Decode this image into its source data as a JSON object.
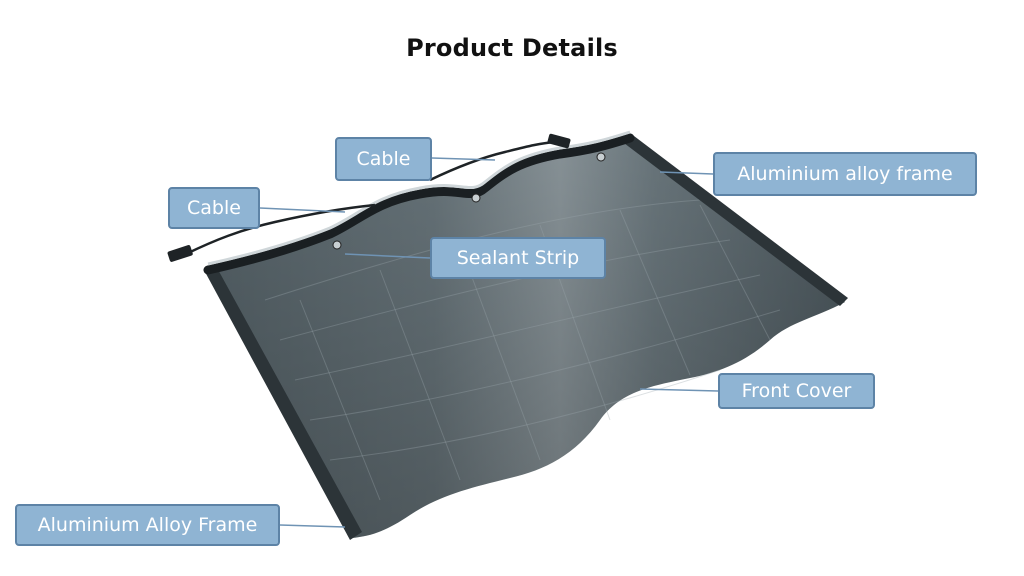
{
  "title": "Product Details",
  "labels": {
    "cable_top": "Cable",
    "cable_left": "Cable",
    "aluminium_frame_top": "Aluminium alloy frame",
    "sealant_strip": "Sealant Strip",
    "front_cover": "Front Cover",
    "aluminium_frame_bottom": "Aluminium Alloy Frame"
  },
  "colors": {
    "label_fill": "#8fb4d3",
    "label_border": "#5d83a6",
    "panel": "#4e5a60",
    "frame": "#2c3438"
  }
}
